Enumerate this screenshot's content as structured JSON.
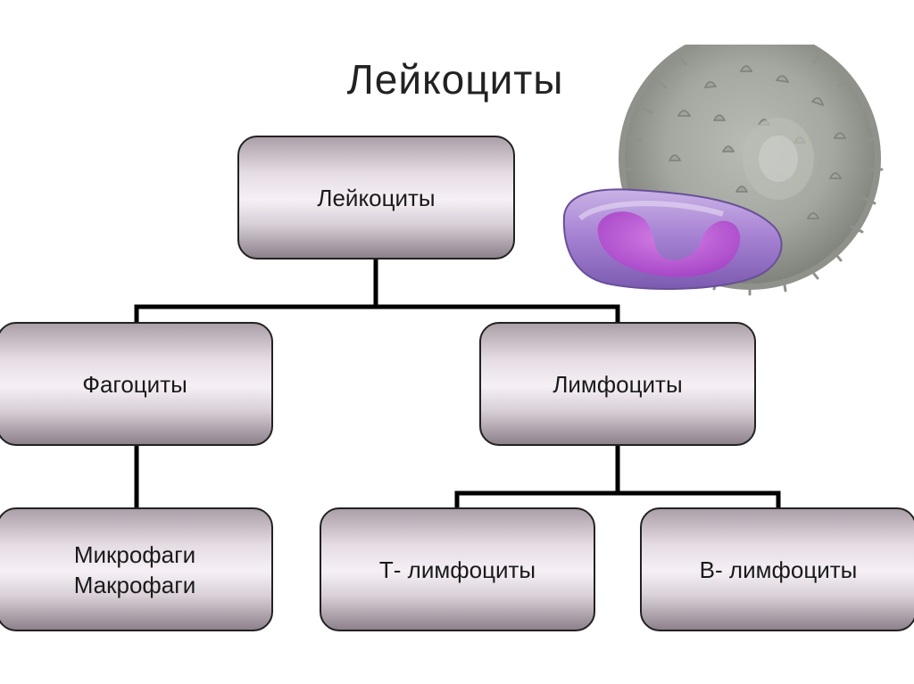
{
  "title": "Лейкоциты",
  "nodes": {
    "root": "Лейкоциты",
    "phagocytes": "Фагоциты",
    "lymphocytes": "Лимфоциты",
    "micro": "Микрофаги",
    "macro": "Макрофаги",
    "t_lymphocytes": "Т- лимфоциты",
    "b_lymphocytes": "В- лимфоциты"
  },
  "images": [
    "leukocyte-cell-illustration",
    "lymphocyte-cell-illustration"
  ]
}
